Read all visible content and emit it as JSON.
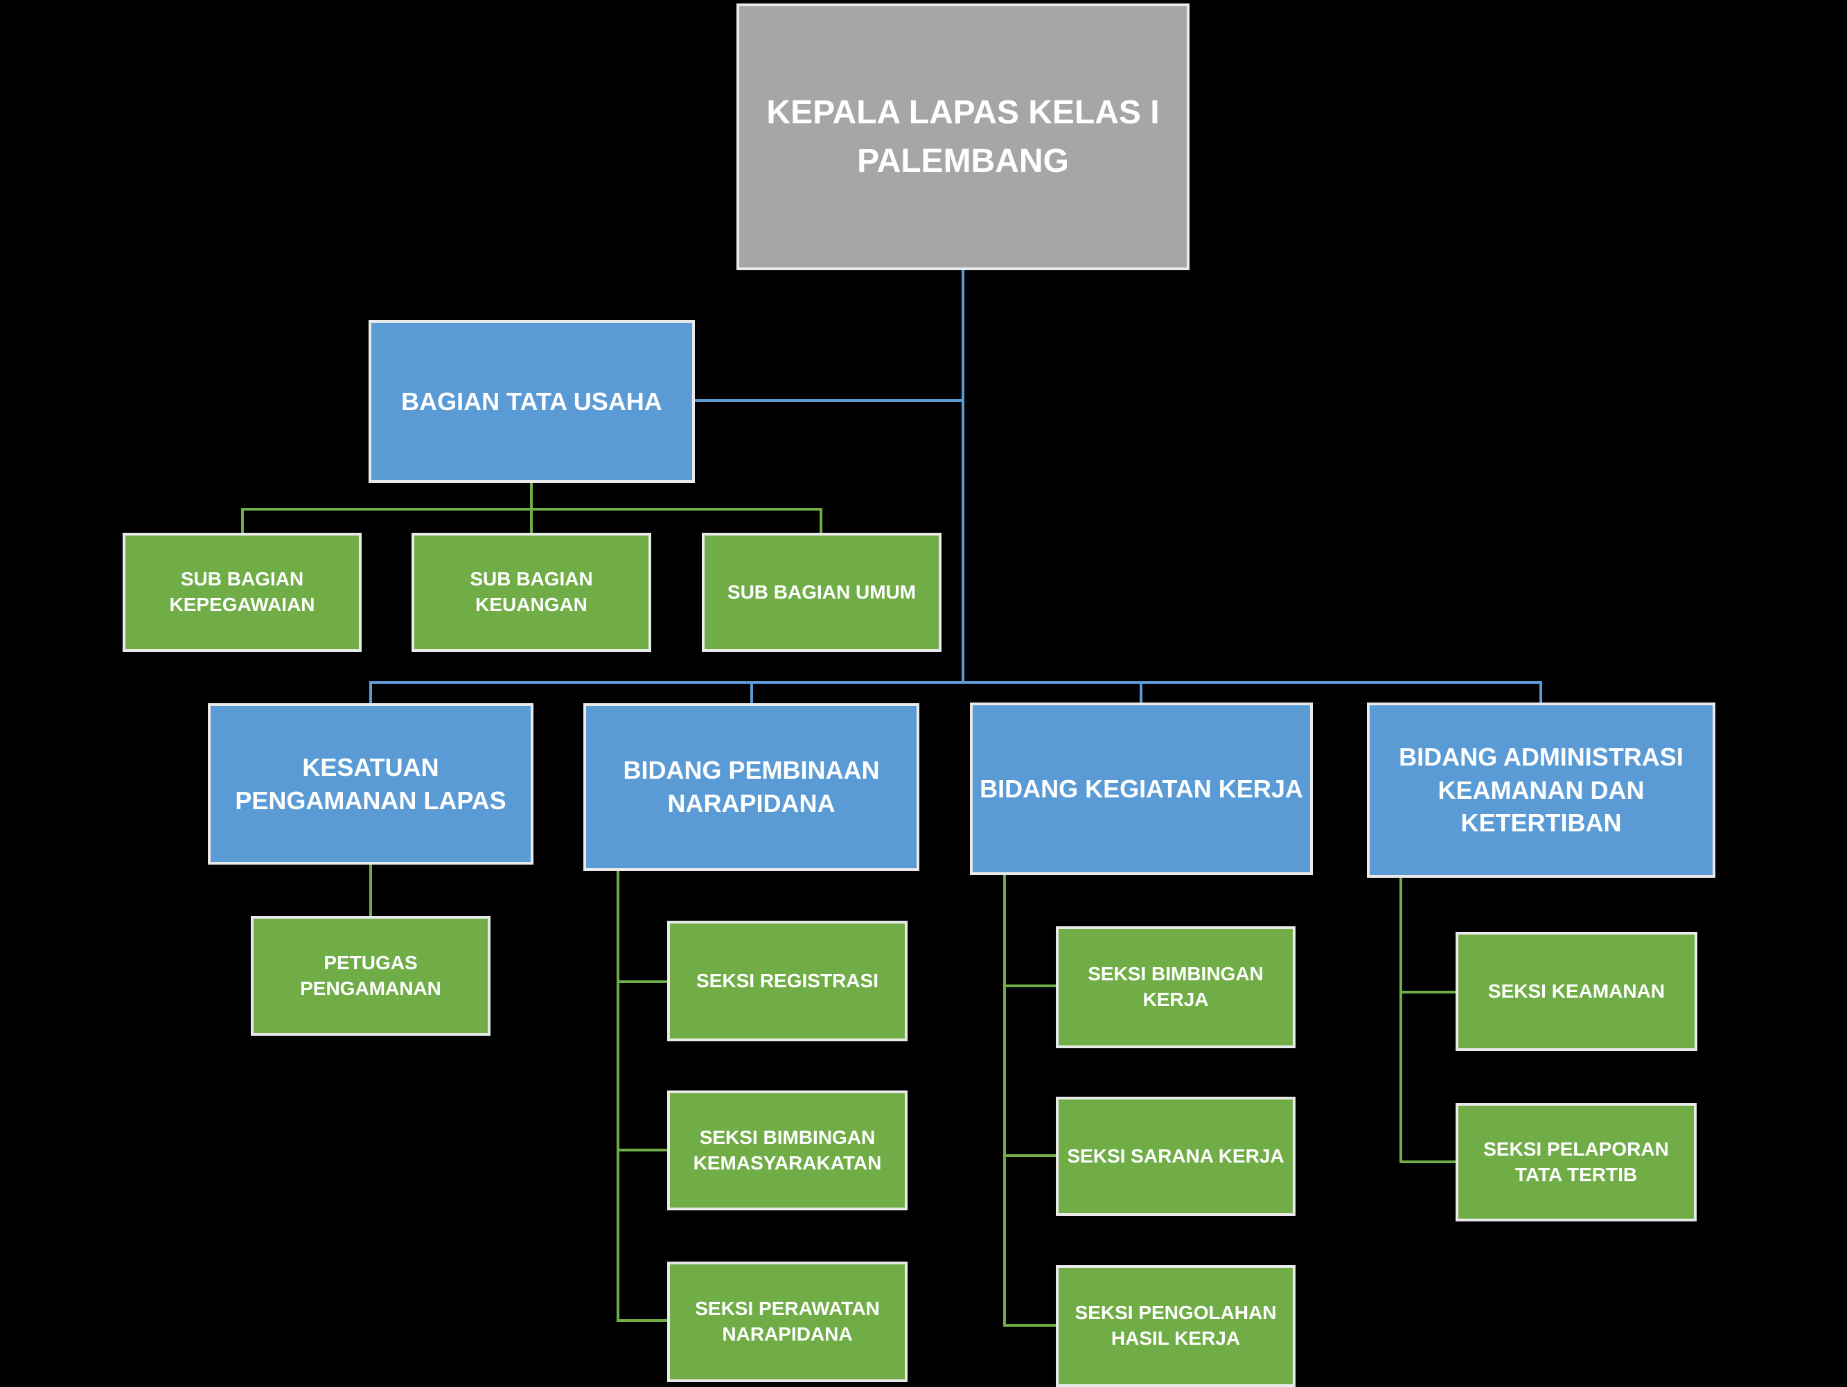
{
  "nodes": {
    "kepala": "KEPALA LAPAS KELAS I PALEMBANG",
    "tata_usaha": "BAGIAN TATA USAHA",
    "kepegawaian": "SUB BAGIAN KEPEGAWAIAN",
    "keuangan": "SUB BAGIAN KEUANGAN",
    "umum": "SUB BAGIAN UMUM",
    "kesatuan": "KESATUAN PENGAMANAN LAPAS",
    "pembinaan": "BIDANG PEMBINAAN NARAPIDANA",
    "kegiatan": "BIDANG KEGIATAN KERJA",
    "administrasi": "BIDANG ADMINISTRASI KEAMANAN DAN KETERTIBAN",
    "petugas": "PETUGAS PENGAMANAN",
    "registrasi": "SEKSI REGISTRASI",
    "bimbingan_kemasyarakatan": "SEKSI BIMBINGAN KEMASYARAKATAN",
    "perawatan": "SEKSI PERAWATAN NARAPIDANA",
    "bimbingan_kerja": "SEKSI BIMBINGAN KERJA",
    "sarana_kerja": "SEKSI SARANA KERJA",
    "pengolahan": "SEKSI PENGOLAHAN HASIL KERJA",
    "keamanan": "SEKSI KEAMANAN",
    "pelaporan": "SEKSI PELAPORAN TATA TERTIB"
  },
  "edges": [
    {
      "from": "kepala",
      "to": "tata_usaha"
    },
    {
      "from": "tata_usaha",
      "to": "kepegawaian"
    },
    {
      "from": "tata_usaha",
      "to": "keuangan"
    },
    {
      "from": "tata_usaha",
      "to": "umum"
    },
    {
      "from": "kepala",
      "to": "kesatuan"
    },
    {
      "from": "kepala",
      "to": "pembinaan"
    },
    {
      "from": "kepala",
      "to": "kegiatan"
    },
    {
      "from": "kepala",
      "to": "administrasi"
    },
    {
      "from": "kesatuan",
      "to": "petugas"
    },
    {
      "from": "pembinaan",
      "to": "registrasi"
    },
    {
      "from": "pembinaan",
      "to": "bimbingan_kemasyarakatan"
    },
    {
      "from": "pembinaan",
      "to": "perawatan"
    },
    {
      "from": "kegiatan",
      "to": "bimbingan_kerja"
    },
    {
      "from": "kegiatan",
      "to": "sarana_kerja"
    },
    {
      "from": "kegiatan",
      "to": "pengolahan"
    },
    {
      "from": "administrasi",
      "to": "keamanan"
    },
    {
      "from": "administrasi",
      "to": "pelaporan"
    }
  ],
  "colors": {
    "background": "#000000",
    "head_fill": "#A6A6A6",
    "division_fill": "#5B9BD5",
    "section_fill": "#70AD47",
    "box_border": "#E9E9E9",
    "text": "#FFFFFF",
    "blue_connector": "#5B9BD5",
    "green_connector": "#70AD47"
  }
}
